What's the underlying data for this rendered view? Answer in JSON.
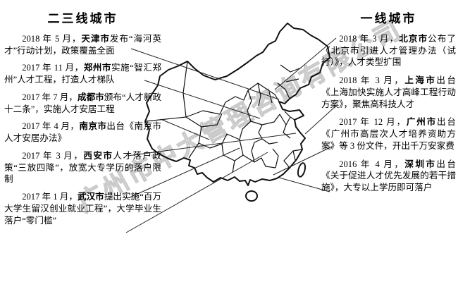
{
  "left_panel": {
    "title": "二三线城市",
    "items": [
      {
        "date": "2018 年 5 月，",
        "city": "天津市",
        "desc": "发布“海河英才”行动计划，政策覆盖全面"
      },
      {
        "date": "2017 年 11 月，",
        "city": "郑州市",
        "desc": "实施“智汇郑州”人才工程，打造人才梯队"
      },
      {
        "date": "2017 年 7 月，",
        "city": "成都市",
        "desc": "颁布“人才新政十二条”，实施人才安居工程"
      },
      {
        "date": "2017 年 4 月，",
        "city": "南京市",
        "desc": "出台《南京市人才安居办法》"
      },
      {
        "date": "2017 年 3 月，",
        "city": "西安市",
        "desc": "人才落户政策“三放四降”，放宽大专学历的落户限制"
      },
      {
        "date": "2017 年 1 月，",
        "city": "武汉市",
        "desc": "提出实施“百万大学生留汉创业就业工程”，大学毕业生落户“零门槛”"
      }
    ]
  },
  "right_panel": {
    "title": "一线城市",
    "items": [
      {
        "date": "2018 年 3 月，",
        "city": "北京市",
        "desc": "公布了《北京市引进人才管理办法（试行）》，人才类型扩围"
      },
      {
        "date": "2018 年 3 月，",
        "city": "上海市",
        "desc": "出台《上海加快实施人才高峰工程行动方案》，聚焦高科技人才"
      },
      {
        "date": "2017 年 12 月，",
        "city": "广州市",
        "desc": "出台《广州市高层次人才培养资助方案》等 3 份文件，开出千万安家费"
      },
      {
        "date": "2016 年 4 月，",
        "city": "深圳市",
        "desc": "出台《关于促进人才优先发展的若干措施》，大专以上学历即可落户"
      }
    ]
  },
  "watermark": "广州市中大管理咨询有限公司",
  "map": {
    "description": "中国省级行政区划线稿地图",
    "line_color": "#111111",
    "cities_marked": [
      "天津",
      "郑州",
      "成都",
      "南京",
      "西安",
      "武汉",
      "北京",
      "上海",
      "广州",
      "深圳"
    ]
  }
}
